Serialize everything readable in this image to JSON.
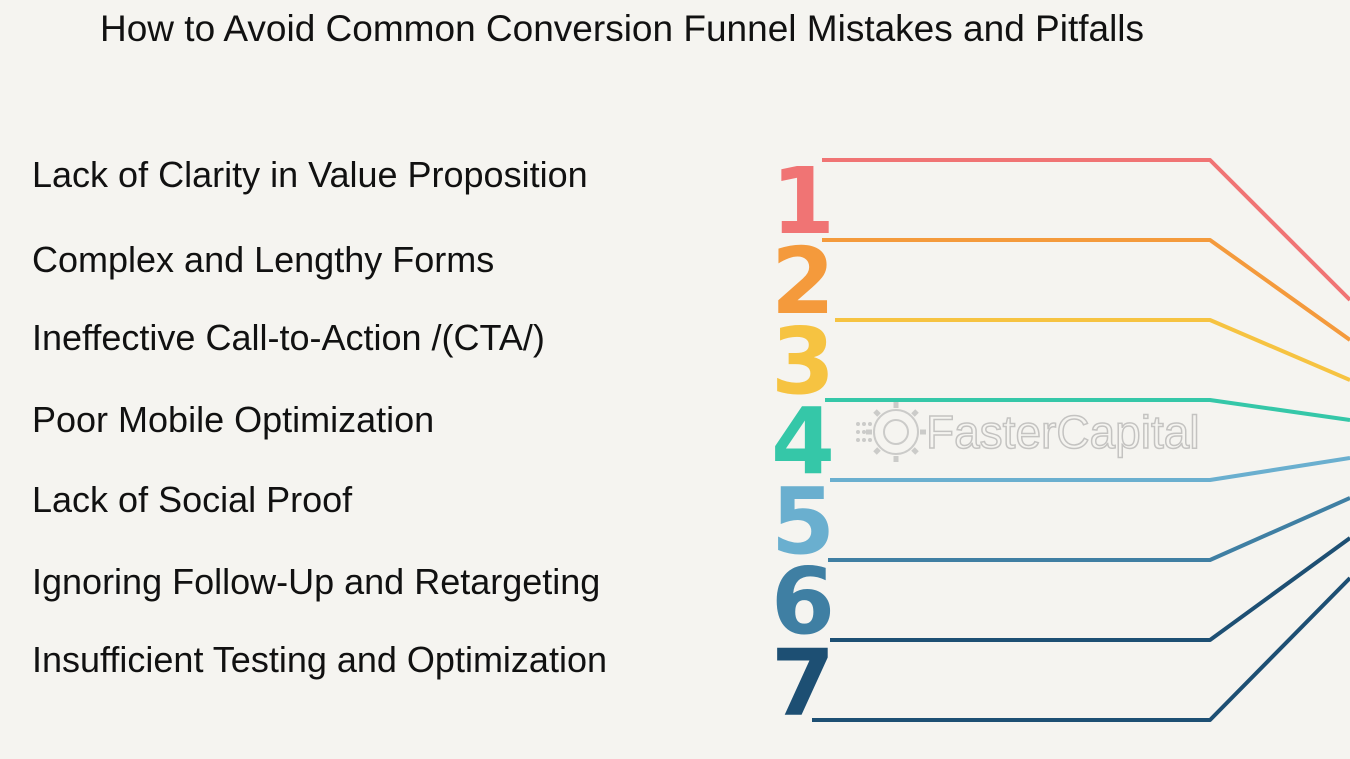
{
  "title": "How to Avoid Common Conversion Funnel Mistakes and Pitfalls",
  "items": [
    {
      "number": "1",
      "label": "Lack of Clarity in Value Proposition",
      "color": "#f07474"
    },
    {
      "number": "2",
      "label": "Complex and Lengthy Forms",
      "color": "#f49a3c"
    },
    {
      "number": "3",
      "label": "Ineffective Call-to-Action /(CTA/)",
      "color": "#f6c341"
    },
    {
      "number": "4",
      "label": "Poor Mobile Optimization",
      "color": "#35c7a8"
    },
    {
      "number": "5",
      "label": "Lack of Social Proof",
      "color": "#6aafcf"
    },
    {
      "number": "6",
      "label": "Ignoring Follow-Up and Retargeting",
      "color": "#3f7fa3"
    },
    {
      "number": "7",
      "label": "Insufficient Testing and Optimization",
      "color": "#1d4f73"
    }
  ],
  "watermark": {
    "text": "FasterCapital",
    "icon": "gear-logo-icon"
  }
}
